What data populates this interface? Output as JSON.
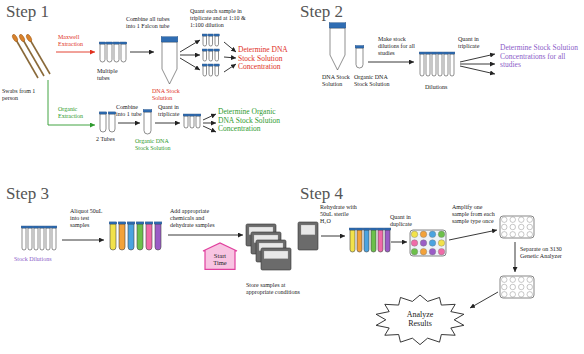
{
  "diagram": {
    "nodes": [
      {
        "text": [
          "Start Time"
        ]
      },
      {
        "text": [
          "Analyze Results"
        ]
      }
    ],
    "labels": [
      "Step 1",
      "Swabs from 1 person",
      "Maxwell Extraction",
      "Multiple tubes",
      "Combine all tubes into 1 Falcon tube",
      "DNA Stock Solution",
      "Quant each sample in triplicate and at 1:10 & 1:100 dilution",
      "Determine DNA Stock Solution Concentration",
      "Organic Extraction",
      "2 Tubes",
      "Combine into 1 tube",
      "Quant in triplicate",
      "Organic DNA Stock Solution",
      "Determine Organic DNA Stock Solution Concentration",
      "Step 2",
      "DNA Stock Solution",
      "Organic DNA Stock Solution",
      "Make stock dilutions for all studies",
      "Dilutions",
      "Quant in triplicate",
      "Determine Stock Solution Concentrations for all studies",
      "Step 3",
      "Stock Dilutions",
      "Aliquot 50uL into test samples",
      "Add appropriate chemicals and dehydrate samples",
      "Store samples at appropriate conditions",
      "Step 4",
      "Rehydrate with 50uL sterile H₂O",
      "Quant in duplicate",
      "Amplify one sample from each sample type once",
      "Separate on 3130 Genetic Analyzer"
    ]
  }
}
